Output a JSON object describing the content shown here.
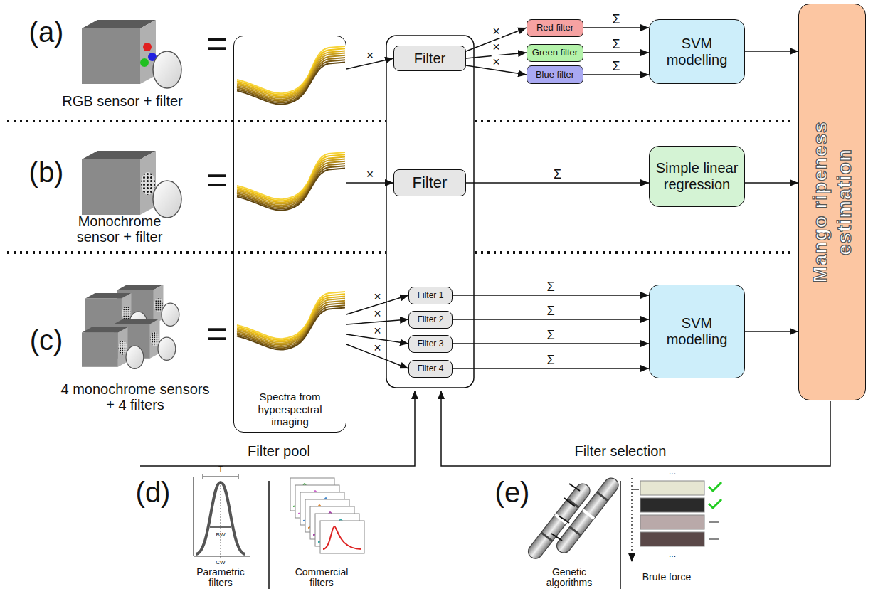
{
  "diagram": {
    "nodes": [
      {
        "text": [
          "Spectra from hyperspectral imaging"
        ]
      },
      {
        "text": [
          "Filter"
        ]
      },
      {
        "text": [
          "Red filter"
        ]
      },
      {
        "text": [
          "Green filter"
        ]
      },
      {
        "text": [
          "Blue filter"
        ]
      },
      {
        "text": [
          "SVM modelling"
        ]
      },
      {
        "text": [
          "Mango ripeness estimation"
        ]
      },
      {
        "text": [
          "Filter"
        ]
      },
      {
        "text": [
          "Simple linear regression"
        ]
      },
      {
        "text": [
          "Filter 1"
        ]
      },
      {
        "text": [
          "Filter 2"
        ]
      },
      {
        "text": [
          "Filter 3"
        ]
      },
      {
        "text": [
          "Filter 4"
        ]
      },
      {
        "text": [
          "SVM modelling"
        ]
      }
    ],
    "edges": [
      {
        "from": 0,
        "to": 1,
        "arrow": "to",
        "label": "×"
      },
      {
        "from": 1,
        "to": 2,
        "arrow": "to",
        "label": "×"
      },
      {
        "from": 1,
        "to": 3,
        "arrow": "to",
        "label": "×"
      },
      {
        "from": 1,
        "to": 4,
        "arrow": "to",
        "label": "×"
      },
      {
        "from": 2,
        "to": 5,
        "arrow": "to",
        "label": "Σ"
      },
      {
        "from": 3,
        "to": 5,
        "arrow": "to",
        "label": "Σ"
      },
      {
        "from": 4,
        "to": 5,
        "arrow": "to",
        "label": "Σ"
      },
      {
        "from": 5,
        "to": 6,
        "arrow": "to"
      },
      {
        "from": 0,
        "to": 7,
        "arrow": "to",
        "label": "×"
      },
      {
        "from": 7,
        "to": 8,
        "arrow": "to",
        "label": "Σ"
      },
      {
        "from": 8,
        "to": 6,
        "arrow": "to"
      },
      {
        "from": 0,
        "to": 9,
        "arrow": "to",
        "label": "×"
      },
      {
        "from": 0,
        "to": 10,
        "arrow": "to",
        "label": "×"
      },
      {
        "from": 0,
        "to": 11,
        "arrow": "to",
        "label": "×"
      },
      {
        "from": 0,
        "to": 12,
        "arrow": "to",
        "label": "×"
      },
      {
        "from": 9,
        "to": 13,
        "arrow": "to",
        "label": "Σ"
      },
      {
        "from": 10,
        "to": 13,
        "arrow": "to",
        "label": "Σ"
      },
      {
        "from": 11,
        "to": 13,
        "arrow": "to",
        "label": "Σ"
      },
      {
        "from": 12,
        "to": 13,
        "arrow": "to",
        "label": "Σ"
      },
      {
        "from": 13,
        "to": 6,
        "arrow": "to"
      }
    ],
    "labels": [
      "(a)",
      "=",
      "RGB sensor + filter",
      "(b)",
      "=",
      "Monochrome sensor + filter",
      "(c)",
      "=",
      "4 monochrome sensors + 4 filters",
      "Filter pool",
      "Filter selection",
      "(d)",
      "T",
      "BW",
      "CW",
      "Parametric filters",
      "Commercial filters",
      "(e)",
      "Genetic algorithms",
      "Brute force",
      "...",
      "..."
    ]
  }
}
